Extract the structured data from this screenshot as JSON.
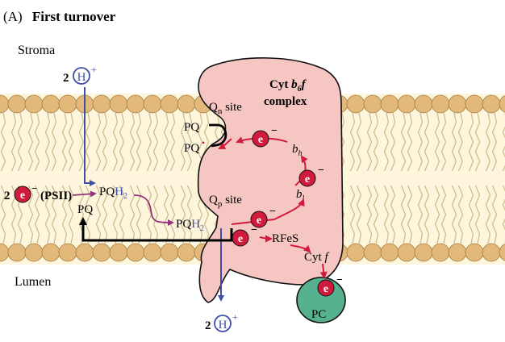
{
  "panel": {
    "label": "(A)",
    "title": "First turnover"
  },
  "compartments": {
    "stroma": "Stroma",
    "lumen": "Lumen"
  },
  "proton_top": {
    "count": "2",
    "symbol": "H",
    "charge": "+"
  },
  "proton_bottom": {
    "count": "2",
    "symbol": "H",
    "charge": "+"
  },
  "psii": {
    "count": "2",
    "electron": "e",
    "charge": "−",
    "source": "(PSII)"
  },
  "complex": {
    "name_prefix": "Cyt ",
    "name_b": "b",
    "name_sub": "6",
    "name_f": "f",
    "name_line2": "complex"
  },
  "qn_site": {
    "q": "Q",
    "sub": "n",
    "label": " site"
  },
  "qp_site": {
    "q": "Q",
    "sub": "p",
    "label": " site"
  },
  "pq_labels": {
    "qn_pq": "PQ",
    "qn_pq_radical": "PQ",
    "radical_mark": "•",
    "left_pq": "PQ",
    "pqh2_1_base": "PQ",
    "pqh2_1_h": "H",
    "pqh2_1_sub": "2",
    "pqh2_2_base": "PQ",
    "pqh2_2_h": "H",
    "pqh2_2_sub": "2"
  },
  "electron": {
    "symbol": "e",
    "charge": "−"
  },
  "cofactors": {
    "bh": "b",
    "bh_sub": "h",
    "bl": "b",
    "bl_sub": "l",
    "rfes": "RFeS",
    "cytf_prefix": "Cyt ",
    "cytf_f": "f",
    "pc": "PC"
  },
  "colors": {
    "complex_fill": "#f6c6c3",
    "membrane_head": "#e2b97b",
    "membrane_band": "#fdf6dc",
    "tail": "#ffffff",
    "proton_blue": "#3f4fa8",
    "electron_red": "#d11a3c",
    "pc_green": "#56b28e",
    "purple_arrow": "#93347a",
    "black_arrow": "#000000"
  }
}
